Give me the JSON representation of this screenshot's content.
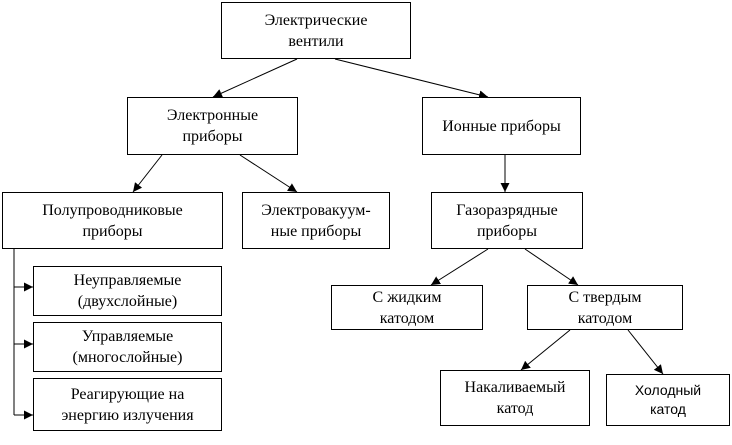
{
  "diagram": {
    "nodes": [
      {
        "id": "root",
        "label": "Электрические\nвентили"
      },
      {
        "id": "electronic",
        "label": "Электронные\nприборы"
      },
      {
        "id": "ionic",
        "label": "Ионные приборы"
      },
      {
        "id": "semiconductor",
        "label": "Полупроводниковые\nприборы"
      },
      {
        "id": "vacuum",
        "label": "Электровакуум-\nные приборы"
      },
      {
        "id": "gas",
        "label": "Газоразрядные\nприборы"
      },
      {
        "id": "uncontrolled",
        "label": "Неуправляемые\n(двухслойные)"
      },
      {
        "id": "controlled",
        "label": "Управляемые\n(многослойные)"
      },
      {
        "id": "radiation",
        "label": "Реагирующие на\nэнергию излучения"
      },
      {
        "id": "liquid_cathode",
        "label": "С жидким\nкатодом"
      },
      {
        "id": "solid_cathode",
        "label": "С твердым\nкатодом"
      },
      {
        "id": "heated_cathode",
        "label": "Накаливаемый\nкатод"
      },
      {
        "id": "cold_cathode",
        "label": "Холодный\nкатод"
      }
    ],
    "edges": [
      {
        "from": "root",
        "to": "electronic"
      },
      {
        "from": "root",
        "to": "ionic"
      },
      {
        "from": "electronic",
        "to": "semiconductor"
      },
      {
        "from": "electronic",
        "to": "vacuum"
      },
      {
        "from": "ionic",
        "to": "gas"
      },
      {
        "from": "semiconductor",
        "to": "uncontrolled"
      },
      {
        "from": "semiconductor",
        "to": "controlled"
      },
      {
        "from": "semiconductor",
        "to": "radiation"
      },
      {
        "from": "gas",
        "to": "liquid_cathode"
      },
      {
        "from": "gas",
        "to": "solid_cathode"
      },
      {
        "from": "solid_cathode",
        "to": "heated_cathode"
      },
      {
        "from": "solid_cathode",
        "to": "cold_cathode"
      }
    ]
  }
}
